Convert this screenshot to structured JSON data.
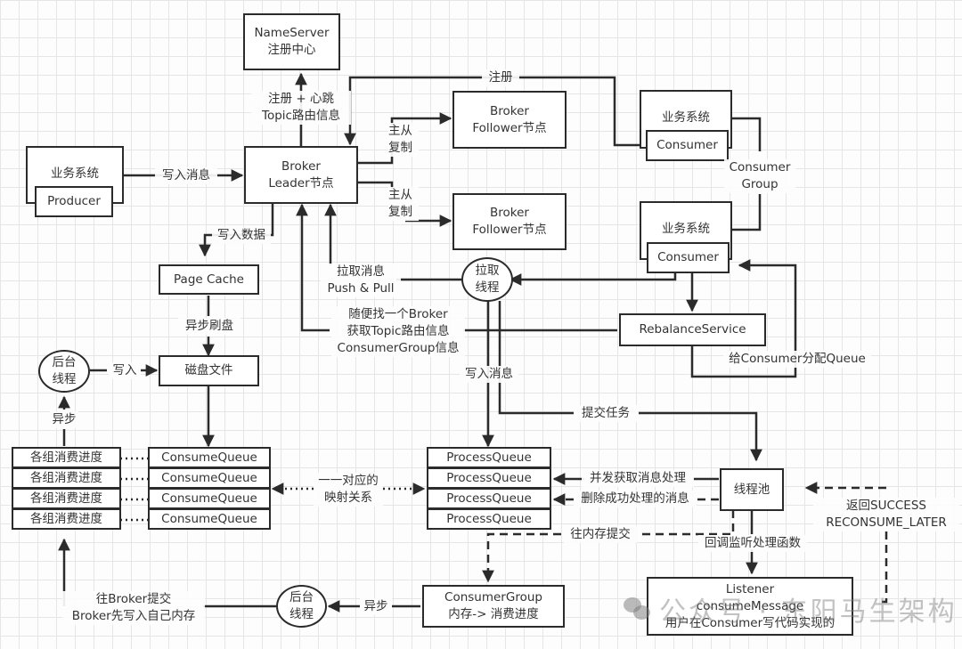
{
  "nodes": {
    "nameserver": "NameServer\n注册中心",
    "producer_system": "业务系统",
    "producer": "Producer",
    "broker_leader": "Broker\nLeader节点",
    "broker_follower_1": "Broker\nFollower节点",
    "broker_follower_2": "Broker\nFollower节点",
    "consumer_system_1": "业务系统",
    "consumer_1": "Consumer",
    "consumer_system_2": "业务系统",
    "consumer_2": "Consumer",
    "page_cache": "Page Cache",
    "disk_file": "磁盘文件",
    "pull_thread": "拉取\n线程",
    "rebalance_service": "RebalanceService",
    "bg_thread_top": "后台\n线程",
    "bg_thread_bottom": "后台\n线程",
    "progress_rows": [
      "各组消费进度",
      "各组消费进度",
      "各组消费进度",
      "各组消费进度"
    ],
    "consume_queues": [
      "ConsumeQueue",
      "ConsumeQueue",
      "ConsumeQueue",
      "ConsumeQueue"
    ],
    "process_queues": [
      "ProcessQueue",
      "ProcessQueue",
      "ProcessQueue",
      "ProcessQueue"
    ],
    "thread_pool": "线程池",
    "listener": "Listener\nconsumeMessage\n用户在Consumer写代码实现的",
    "consumer_group_mem": "ConsumerGroup\n内存-> 消费进度"
  },
  "labels": {
    "register_heartbeat": "注册 + 心跳\nTopic路由信息",
    "register": "注册",
    "write_message": "写入消息",
    "replication_1": "主从\n复制",
    "replication_2": "主从\n复制",
    "consumer_group": "Consumer\nGroup",
    "write_data": "写入数据",
    "pull_message": "拉取消息\nPush & Pull",
    "async_flush": "异步刷盘",
    "find_broker": "随便找一个Broker\n获取Topic路由信息\nConsumerGroup信息",
    "write": "写入",
    "write_message_2": "写入消息",
    "assign_queue": "给Consumer分配Queue",
    "submit_task": "提交任务",
    "async_top": "异步",
    "one_to_one": "一一对应的\n映射关系",
    "concurrent_fetch": "并发获取消息处理",
    "delete_processed": "删除成功处理的消息",
    "return_status": "返回SUCCESS\nRECONSUME_LATER",
    "commit_memory": "往内存提交",
    "callback_listener": "回调监听处理函数",
    "commit_broker": "往Broker提交\nBroker先写入自己内存",
    "async_bottom": "异步"
  },
  "watermark": "公众号 · 东阳马生架构"
}
